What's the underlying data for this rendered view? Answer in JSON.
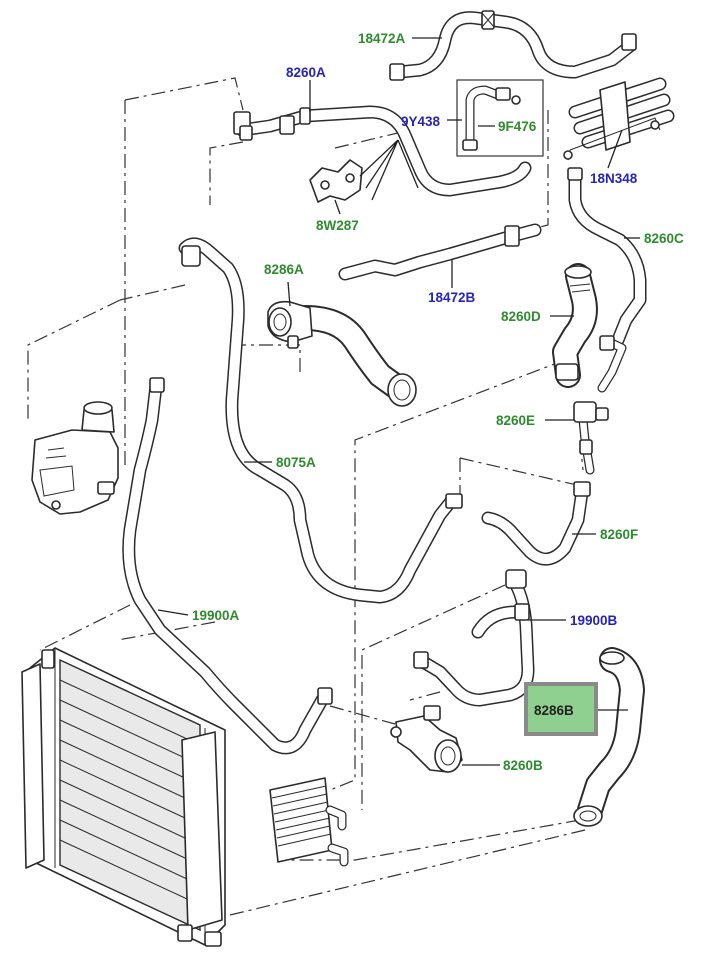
{
  "colors": {
    "label_green": "#2e8b2e",
    "label_blue": "#2525b8",
    "highlight_fill": "#8fcf8f",
    "highlight_border": "#8a8a8a",
    "line": "#2b2b2b"
  },
  "labels": {
    "l18472A": "18472A",
    "l8260A": "8260A",
    "l9Y438": "9Y438",
    "l9F476": "9F476",
    "l18N348": "18N348",
    "l8W287": "8W287",
    "l8260C": "8260C",
    "l8286A": "8286A",
    "l18472B": "18472B",
    "l8260D": "8260D",
    "l8260E": "8260E",
    "l8075A": "8075A",
    "l8260F": "8260F",
    "l19900A": "19900A",
    "l19900B": "19900B",
    "l8286B": "8286B",
    "l8260B": "8260B"
  },
  "highlighted_label": "8286B"
}
